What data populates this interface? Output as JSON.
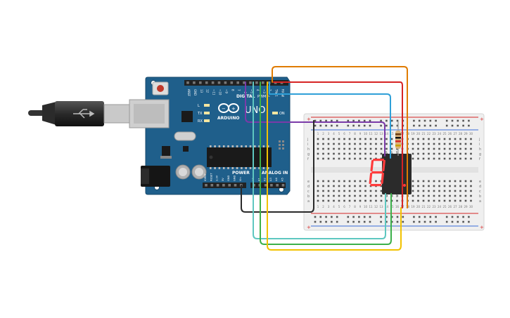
{
  "arduino": {
    "digital_label": "DIGITAL",
    "pwm_label": "PWM ~",
    "brand_label": "ARDUINO",
    "model_label": "UNO",
    "on_label": "ON",
    "power_label": "POWER",
    "analog_label": "ANALOG IN",
    "led_labels": [
      "L",
      "TX",
      "RX"
    ],
    "digital_pins": [
      "AREF",
      "GND",
      "13",
      "12",
      "~11",
      "~10",
      "~9",
      "8",
      "7",
      "~6",
      "~5",
      "4",
      "~3",
      "2",
      "TX►1",
      "RX◄0"
    ],
    "power_pins": [
      "IOREF",
      "RESET",
      "3.3V",
      "5V",
      "GND",
      "GND",
      "Vin"
    ],
    "analog_pins": [
      "A0",
      "A1",
      "A2",
      "A3",
      "A4",
      "A5"
    ]
  },
  "breadboard": {
    "row_letters_top": [
      "j",
      "i",
      "h",
      "g",
      "f"
    ],
    "row_letters_bottom": [
      "e",
      "d",
      "c",
      "b",
      "a"
    ],
    "column_numbers": [
      "1",
      "2",
      "3",
      "4",
      "5",
      "6",
      "7",
      "8",
      "9",
      "10",
      "11",
      "12",
      "13",
      "14",
      "15",
      "16",
      "17",
      "18",
      "19",
      "20",
      "21",
      "22",
      "23",
      "24",
      "25",
      "26",
      "27",
      "28",
      "29",
      "30"
    ]
  },
  "display": {
    "digit": "8",
    "lit_color": "#ff3b3b",
    "off_color": "#222222"
  },
  "colors": {
    "board": "#1f5f8b",
    "wire_orange": "#e07b00",
    "wire_red": "#d62424",
    "wire_blue": "#2fa0d8",
    "wire_purple": "#7a3aa8",
    "wire_black": "#2a2a2a",
    "wire_teal": "#5ec7c0",
    "wire_green": "#3cb04a",
    "wire_yellow": "#f2c200"
  }
}
